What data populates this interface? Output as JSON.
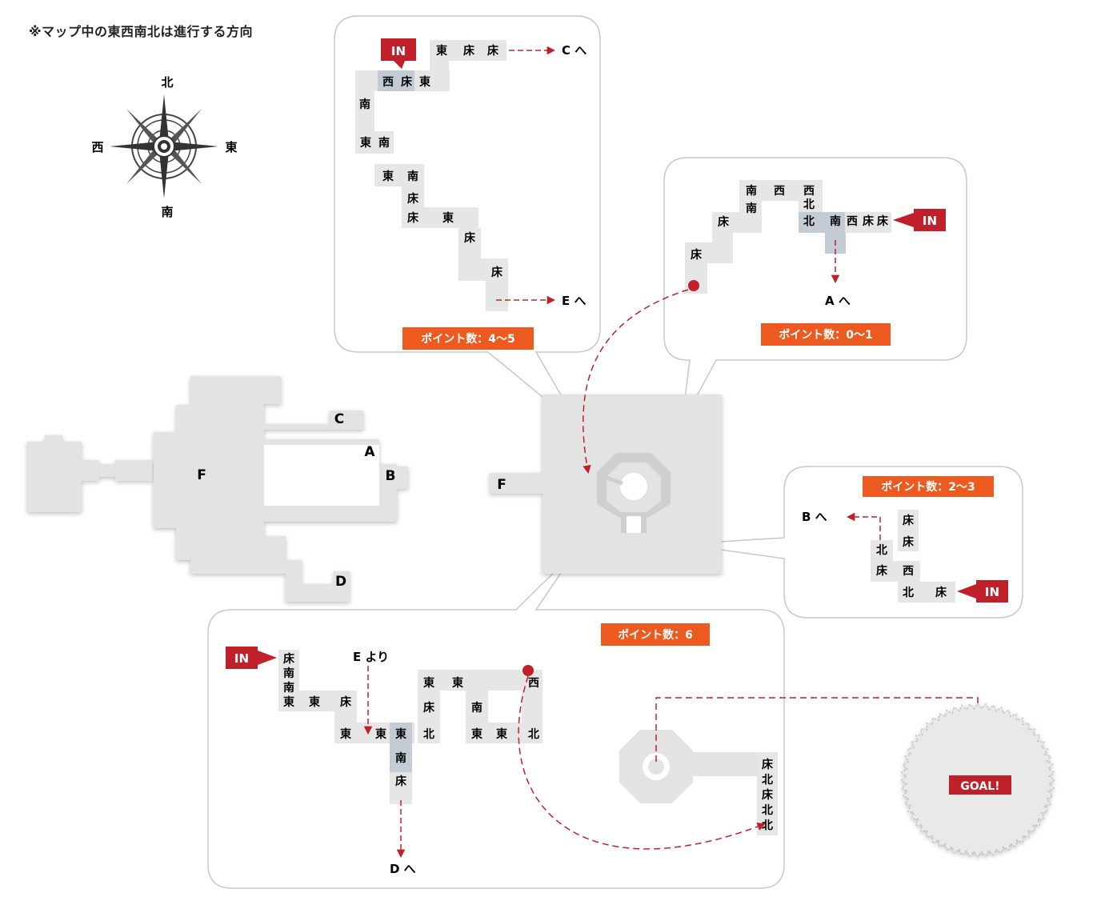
{
  "note": "※マップ中の東西南北は進行する方向",
  "compass": {
    "n": "北",
    "s": "南",
    "w": "西",
    "e": "東"
  },
  "colors": {
    "arrow": "#c0202a",
    "tile": "#e6e6e6",
    "tile_hl": "#c3ccd4",
    "badge": "#ec5a1f",
    "in": "#c0202a",
    "panel_border": "#c8c8c8",
    "map": "#e3e3e3"
  },
  "in_label": "IN",
  "goal_label": "GOAL!",
  "panel1": {
    "points": "ポイント数：4〜5",
    "to_c": "C へ",
    "to_e": "E へ",
    "tiles": [
      "東",
      "床",
      "床",
      "西",
      "床",
      "東",
      "南",
      "東",
      "南",
      "東",
      "南",
      "床",
      "床",
      "東",
      "床",
      "床"
    ]
  },
  "panel2": {
    "points": "ポイント数：0〜1",
    "to_a": "A へ",
    "tiles": [
      "南",
      "西",
      "西",
      "北",
      "南",
      "北",
      "南",
      "西",
      "床",
      "床",
      "床",
      "床"
    ]
  },
  "panel3": {
    "points": "ポイント数：2〜3",
    "to_b": "B へ",
    "tiles": [
      "床",
      "床",
      "北",
      "床",
      "西",
      "北",
      "床"
    ]
  },
  "panel4": {
    "points": "ポイント数：6",
    "from_e": "E より",
    "to_d": "D へ",
    "tiles": [
      "床",
      "南",
      "南",
      "東",
      "東",
      "床",
      "東",
      "東",
      "東",
      "北",
      "南",
      "床",
      "東",
      "東",
      "床",
      "南",
      "東",
      "東",
      "西",
      "北",
      "床",
      "北",
      "床",
      "北",
      "北"
    ]
  },
  "left_map": {
    "c": "C",
    "a": "A",
    "b": "B",
    "d": "D",
    "f": "F"
  },
  "center_map": {
    "f": "F"
  }
}
